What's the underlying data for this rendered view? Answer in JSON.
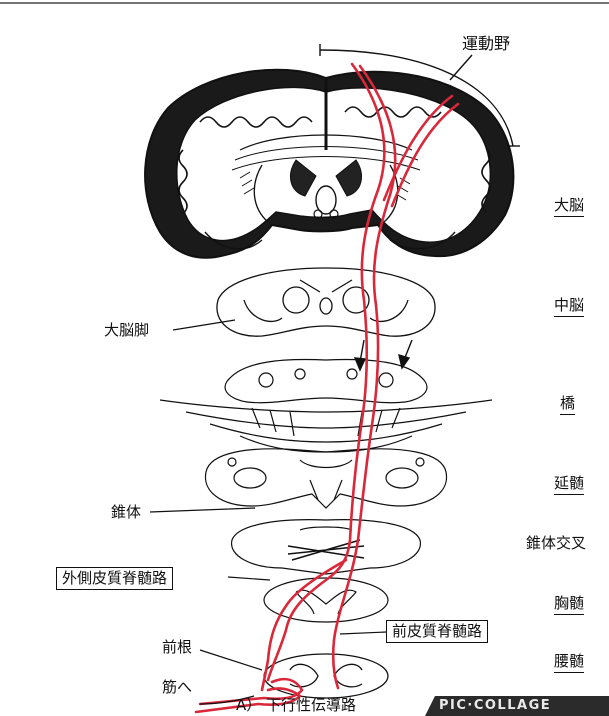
{
  "labels": {
    "motor_area": "運動野",
    "cerebrum": "大脳",
    "midbrain": "中脳",
    "pons": "橋",
    "medulla": "延髄",
    "decussation": "錐体交叉",
    "thoracic": "胸髄",
    "lumbar": "腰髄",
    "cerebral_peduncle": "大脳脚",
    "pyramid": "錐体",
    "lateral_tract": "外側皮質脊髄路",
    "anterior_tract": "前皮質脊髄路",
    "anterior_root": "前根",
    "to_muscle": "筋へ"
  },
  "caption": "A） 下行性伝導路",
  "watermark": "PIC·COLLAGE",
  "colors": {
    "tract": "#d8283a",
    "ink": "#111111"
  }
}
